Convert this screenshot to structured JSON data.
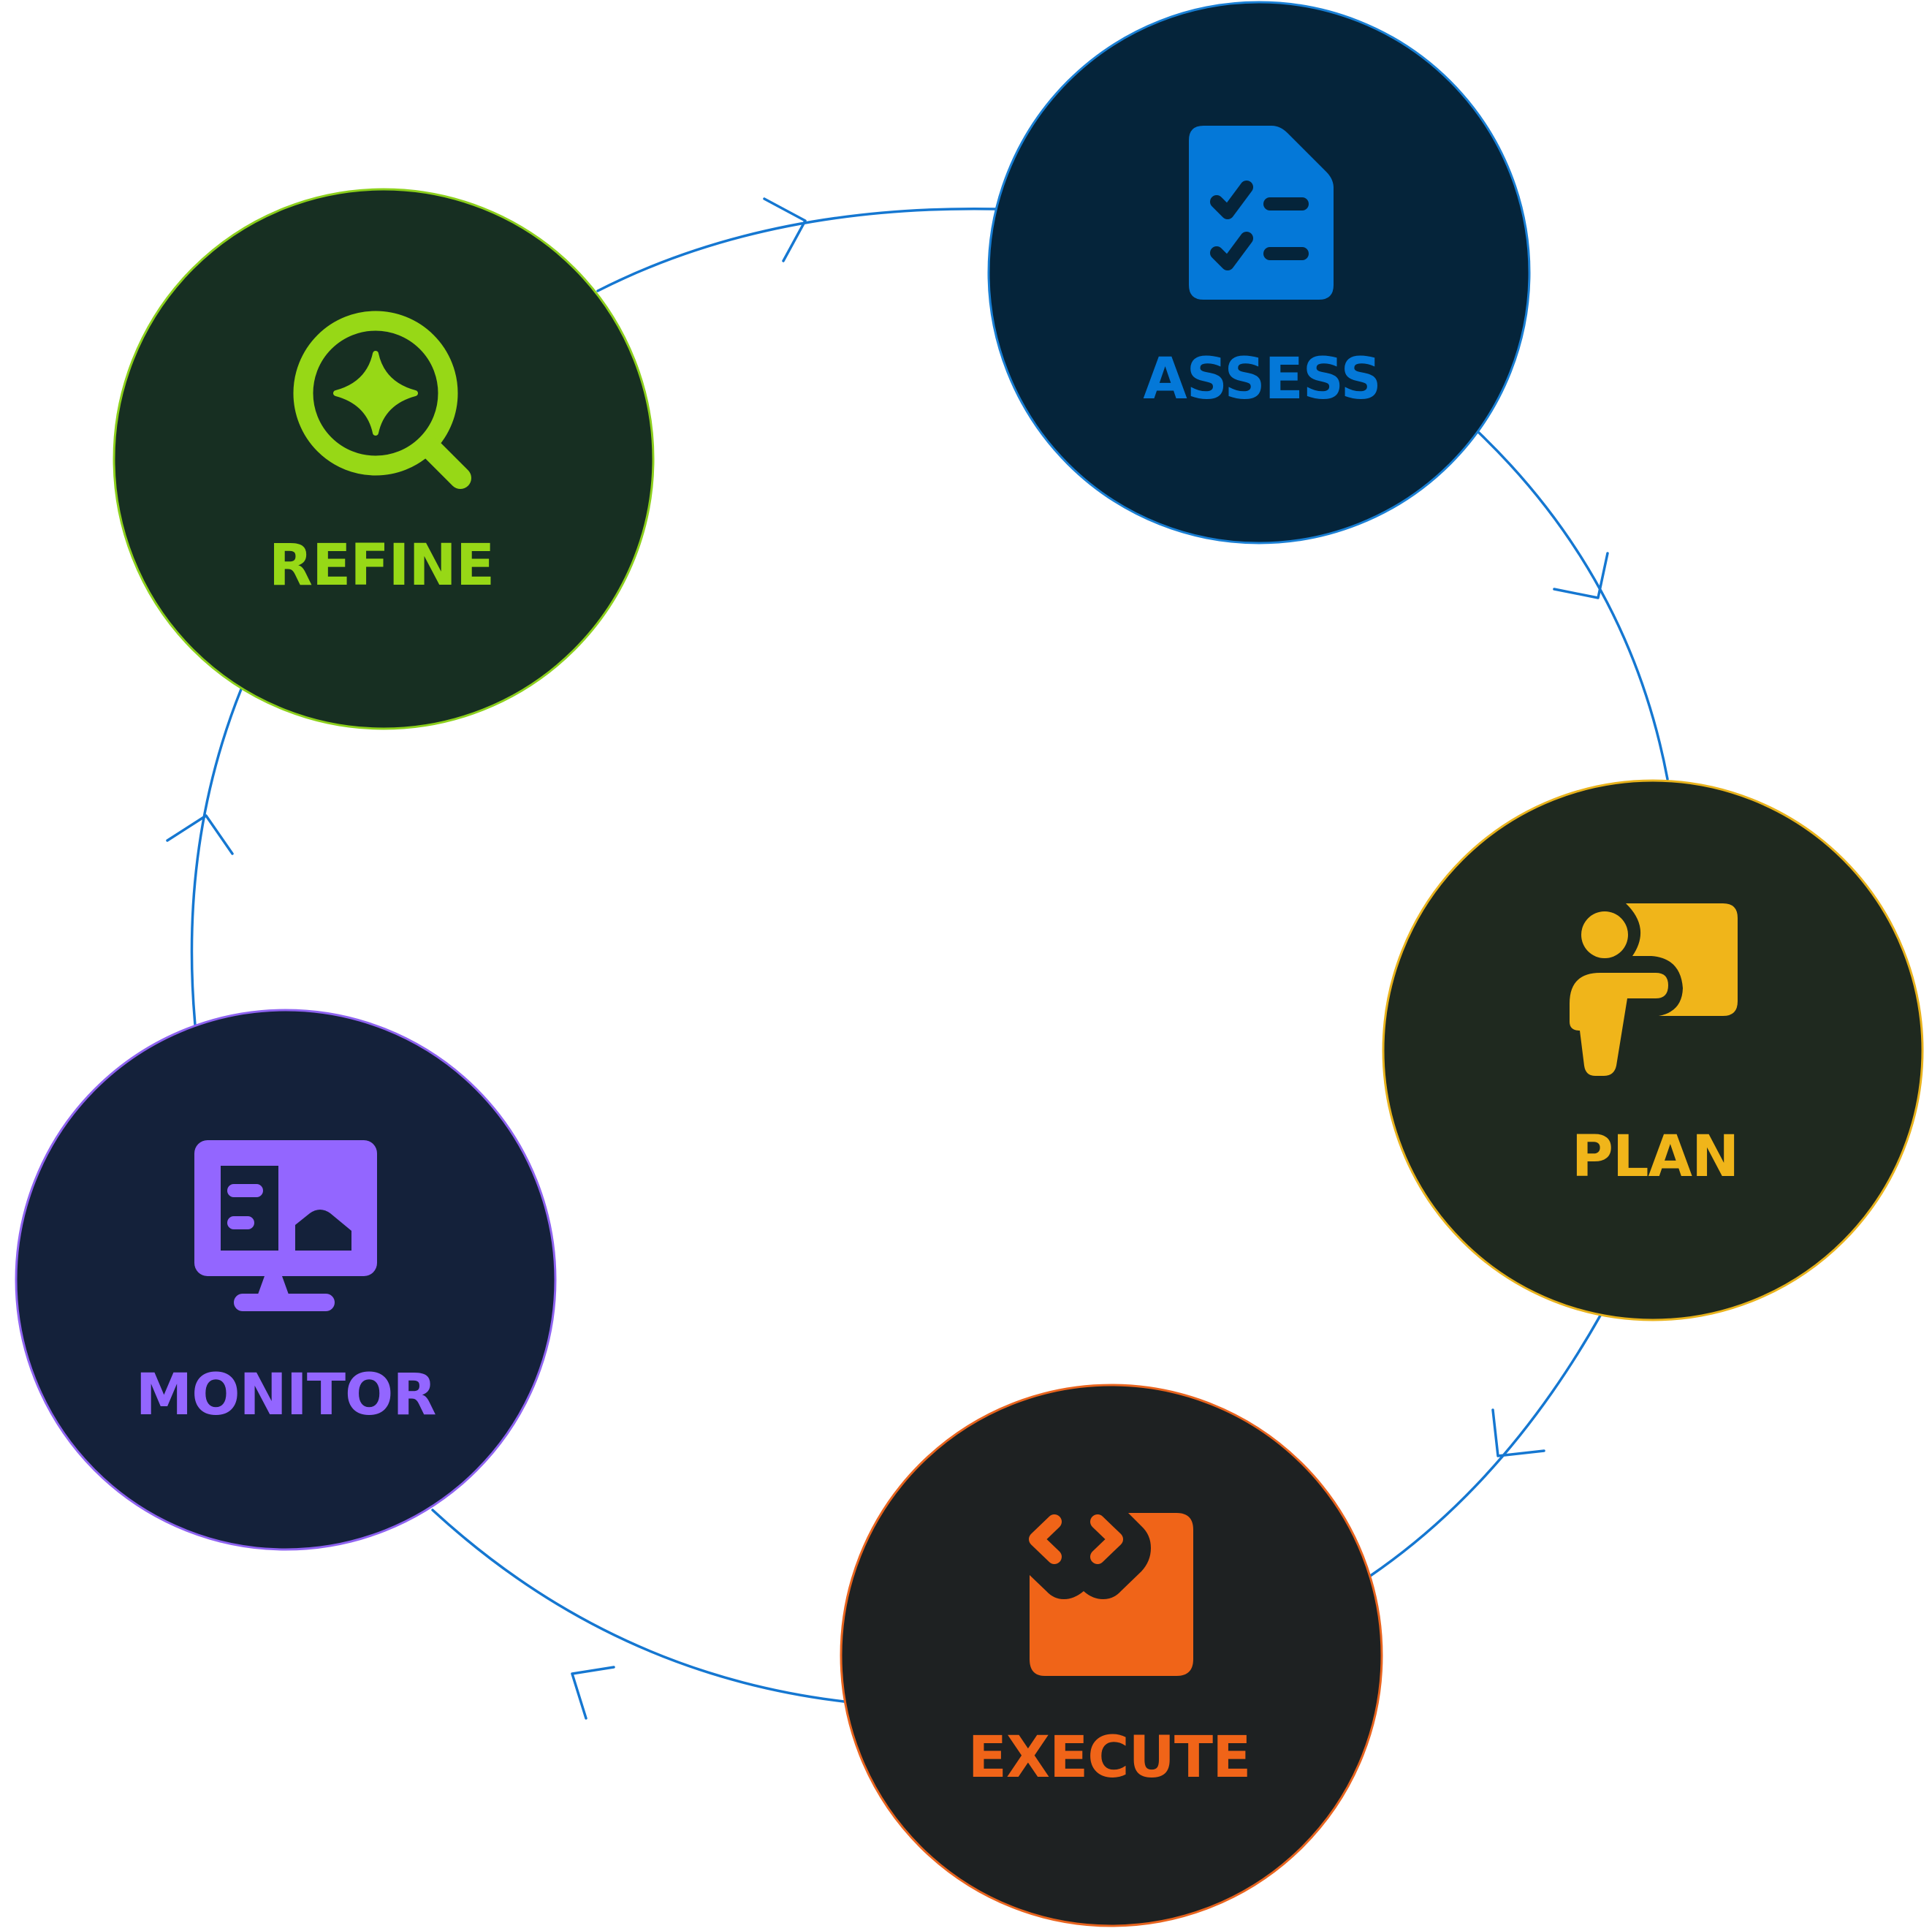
{
  "cycle_stages": [
    {
      "id": "assess",
      "label": "ASSESS",
      "icon": "checklist-document-icon",
      "color": "#0478d8",
      "fill": "#05243a",
      "border": "#1a7fd4"
    },
    {
      "id": "plan",
      "label": "PLAN",
      "icon": "presenter-icon",
      "color": "#f0b51a",
      "fill": "#1f291f",
      "border": "#e8b21c"
    },
    {
      "id": "execute",
      "label": "EXECUTE",
      "icon": "code-window-icon",
      "color": "#f06418",
      "fill": "#1e2122",
      "border": "#e8641e"
    },
    {
      "id": "monitor",
      "label": "MONITOR",
      "icon": "monitor-dashboard-icon",
      "color": "#9366ff",
      "fill": "#14213a",
      "border": "#8e63f0"
    },
    {
      "id": "refine",
      "label": "REFINE",
      "icon": "sparkle-search-icon",
      "color": "#97d816",
      "fill": "#172f22",
      "border": "#8ccf1c"
    }
  ],
  "connector_color": "#1577d1"
}
